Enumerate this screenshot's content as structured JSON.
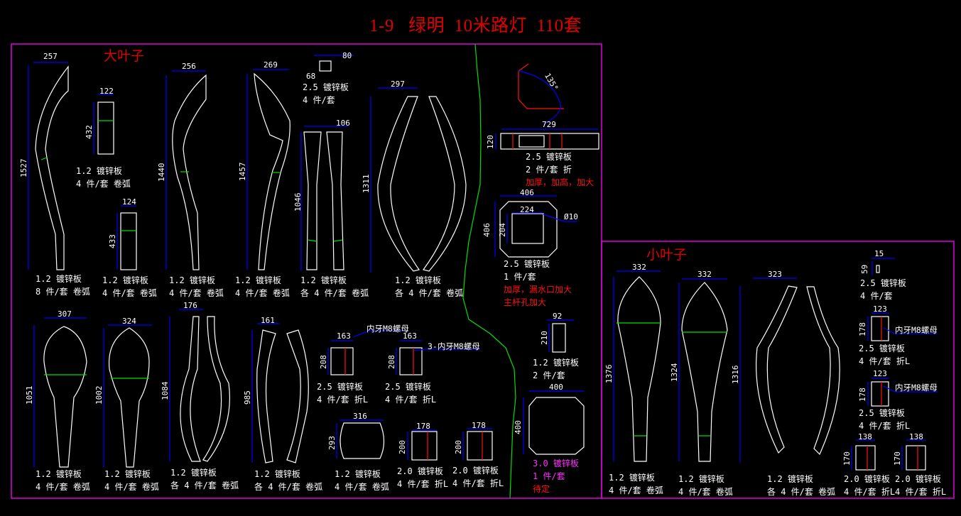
{
  "title": "1-9   绿明  10米路灯  110套",
  "colors": {
    "background": "#000000",
    "frame": "#e000e0",
    "outline": "#ffffff",
    "dimension": "#0000ff",
    "bend_line": "#00ff00",
    "title": "#e00000",
    "red_note": "#ff1010",
    "magenta_note": "#ff30ff"
  },
  "groups": {
    "large_leaf": {
      "label": "大叶子"
    },
    "small_leaf": {
      "label": "小叶子"
    }
  },
  "parts": {
    "p1": {
      "dims": [
        "257",
        "1527"
      ],
      "material": "1.2 镀锌板",
      "qty": "8 件/套 卷弧"
    },
    "p2": {
      "dims": [
        "122",
        "432"
      ],
      "material": "1.2 镀锌板",
      "qty": "4 件/套 卷弧"
    },
    "p3": {
      "dims": [
        "124",
        "433"
      ],
      "material": "1.2 镀锌板",
      "qty": "4 件/套 卷弧"
    },
    "p4": {
      "dims": [
        "256",
        "1440"
      ],
      "material": "1.2 镀锌板",
      "qty": "4 件/套 卷弧"
    },
    "p5": {
      "dims": [
        "269",
        "1457"
      ],
      "material": "1.2 镀锌板",
      "qty": "4 件/套 卷弧"
    },
    "p6": {
      "dims": [
        "80",
        "68"
      ],
      "material": "2.5 镀锌板",
      "qty": "4 件/套"
    },
    "p7": {
      "dims": [
        "106",
        "1046"
      ],
      "material": "1.2 镀锌板",
      "qty": "各 4 件/套 卷弧"
    },
    "p8": {
      "dims": [
        "297",
        "1311"
      ],
      "material": "1.2 镀锌板",
      "qty": "各 4 件/套 卷弧"
    },
    "p9": {
      "dims": [
        "135°",
        "729",
        "120"
      ],
      "material": "2.5 镀锌板",
      "qty": "2 件/套 折",
      "note": "加厚，加高，加大"
    },
    "p10": {
      "dims": [
        "406",
        "406",
        "224",
        "204",
        "Ø10"
      ],
      "material": "2.5 镀锌板",
      "qty": "1 件/套",
      "note_lines": [
        "加厚，漏水口加大",
        "主杆孔加大"
      ]
    },
    "p11": {
      "dims": [
        "307",
        "1051"
      ],
      "material": "1.2 镀锌板",
      "qty": "4 件/套 卷弧"
    },
    "p12": {
      "dims": [
        "324",
        "1002"
      ],
      "material": "1.2 镀锌板",
      "qty": "4 件/套 卷弧"
    },
    "p13": {
      "dims": [
        "176",
        "1084"
      ],
      "material": "1.2 镀锌板",
      "qty": "各 4 件/套 卷弧"
    },
    "p14": {
      "dims": [
        "161",
        "985"
      ],
      "material": "1.2 镀锌板",
      "qty": "各 4 件/套 卷弧"
    },
    "p15": {
      "dims": [
        "163",
        "208"
      ],
      "material": "2.5 镀锌板",
      "qty": "4 件/套 折L",
      "callout": "内牙M8螺母"
    },
    "p16": {
      "dims": [
        "163",
        "208"
      ],
      "material": "2.5 镀锌板",
      "qty": "4 件/套 折L",
      "callout": "3-内牙M8螺母"
    },
    "p17": {
      "dims": [
        "92",
        "210"
      ],
      "material": "1.2 镀锌板",
      "qty": "2 件/套"
    },
    "p18": {
      "dims": [
        "316",
        "293"
      ],
      "material": "1.2 镀锌板",
      "qty": "4 件/套 卷弧"
    },
    "p19": {
      "dims": [
        "178",
        "200"
      ],
      "material": "2.0 镀锌板",
      "qty": "4 件/套 折L"
    },
    "p20": {
      "dims": [
        "178",
        "200"
      ],
      "material": "2.0 镀锌板",
      "qty": "4 件/套 折L"
    },
    "p21": {
      "dims": [
        "400",
        "400"
      ],
      "material": "3.0 镀锌板",
      "qty": "1 件/套",
      "note": "待定"
    },
    "s1": {
      "dims": [
        "332",
        "1376"
      ],
      "material": "1.2 镀锌板",
      "qty": "4 件/套 卷弧"
    },
    "s2": {
      "dims": [
        "332",
        "1324"
      ],
      "material": "1.2 镀锌板",
      "qty": "4 件/套 卷弧"
    },
    "s3": {
      "dims": [
        "323",
        "1316"
      ],
      "material": "1.2 镀锌板",
      "qty": "各 4 件/套 卷弧"
    },
    "s4": {
      "dims": [
        "15",
        "59"
      ],
      "material": "2.5 镀锌板",
      "qty": "4 件/套"
    },
    "s5": {
      "dims": [
        "123",
        "178"
      ],
      "material": "2.5 镀锌板",
      "qty": "4 件/套 折L",
      "callout": "内牙M8螺母"
    },
    "s6": {
      "dims": [
        "123",
        "178"
      ],
      "material": "2.5 镀锌板",
      "qty": "4 件/套 折L",
      "callout": "内牙M8螺母"
    },
    "s7": {
      "dims": [
        "138",
        "170"
      ],
      "material": "2.0 镀锌板",
      "qty": "4 件/套 折L"
    },
    "s8": {
      "dims": [
        "138",
        "170"
      ],
      "material": "2.0 镀锌板",
      "qty": "4 件/套 折L"
    }
  }
}
